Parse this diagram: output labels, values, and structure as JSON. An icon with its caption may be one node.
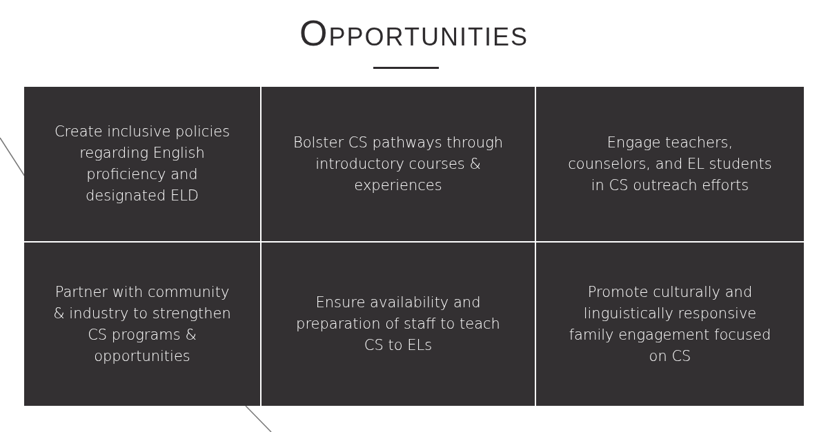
{
  "diagram": {
    "title": "Opportunities",
    "nodes": [
      {
        "text": [
          "Create inclusive policies regarding English proficiency and designated ELD"
        ]
      },
      {
        "text": [
          "Bolster CS pathways through introductory courses & experiences"
        ]
      },
      {
        "text": [
          "Engage teachers, counselors, and EL students in CS outreach efforts"
        ]
      },
      {
        "text": [
          "Partner with community & industry to strengthen CS programs & opportunities"
        ]
      },
      {
        "text": [
          "Ensure availability and preparation of staff to teach CS to ELs"
        ]
      },
      {
        "text": [
          "Promote culturally and linguistically responsive family engagement focused on CS"
        ]
      }
    ]
  }
}
